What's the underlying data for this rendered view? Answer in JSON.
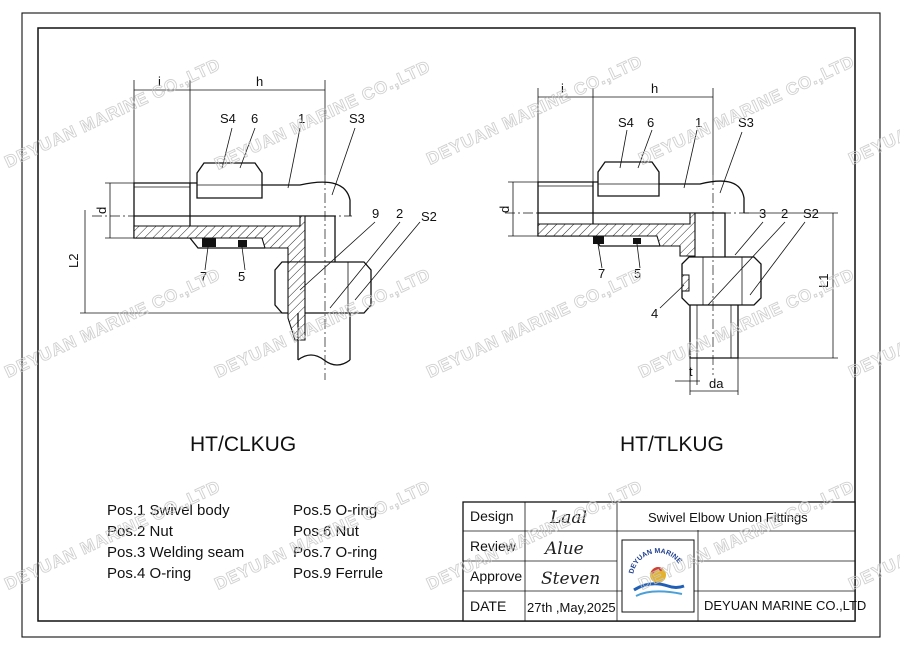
{
  "drawings": [
    {
      "title": "HT/CLKUG",
      "dims": {
        "i": "i",
        "h": "h",
        "d": "d",
        "l": "L2"
      },
      "callouts": [
        "S4",
        "6",
        "1",
        "S3",
        "9",
        "2",
        "S2",
        "7",
        "5"
      ]
    },
    {
      "title": "HT/TLKUG",
      "dims": {
        "i": "i",
        "h": "h",
        "d": "d",
        "l": "L1",
        "t": "t",
        "da": "da"
      },
      "callouts": [
        "S4",
        "6",
        "1",
        "S3",
        "3",
        "2",
        "S2",
        "7",
        "5",
        "4"
      ]
    }
  ],
  "parts": [
    "Pos.1 Swivel body",
    "Pos.2 Nut",
    "Pos.3 Welding seam",
    "Pos.4 O-ring",
    "Pos.5 O-ring",
    "Pos.6 Nut",
    "Pos.7 O-ring",
    "Pos.9 Ferrule"
  ],
  "title_block": {
    "labels": {
      "design": "Design",
      "review": "Review",
      "approve": "Approve",
      "date": "DATE"
    },
    "signatures": {
      "design": "Laal",
      "review": "Alue",
      "approve": "Steven"
    },
    "date": "27th ,May,2025",
    "drawing_name": "Swivel Elbow Union Fittings",
    "company": "DEYUAN MARINE CO.,LTD",
    "logo_text": "DEYUAN MARINE"
  },
  "watermark": "DEYUAN MARINE CO.,LTD"
}
